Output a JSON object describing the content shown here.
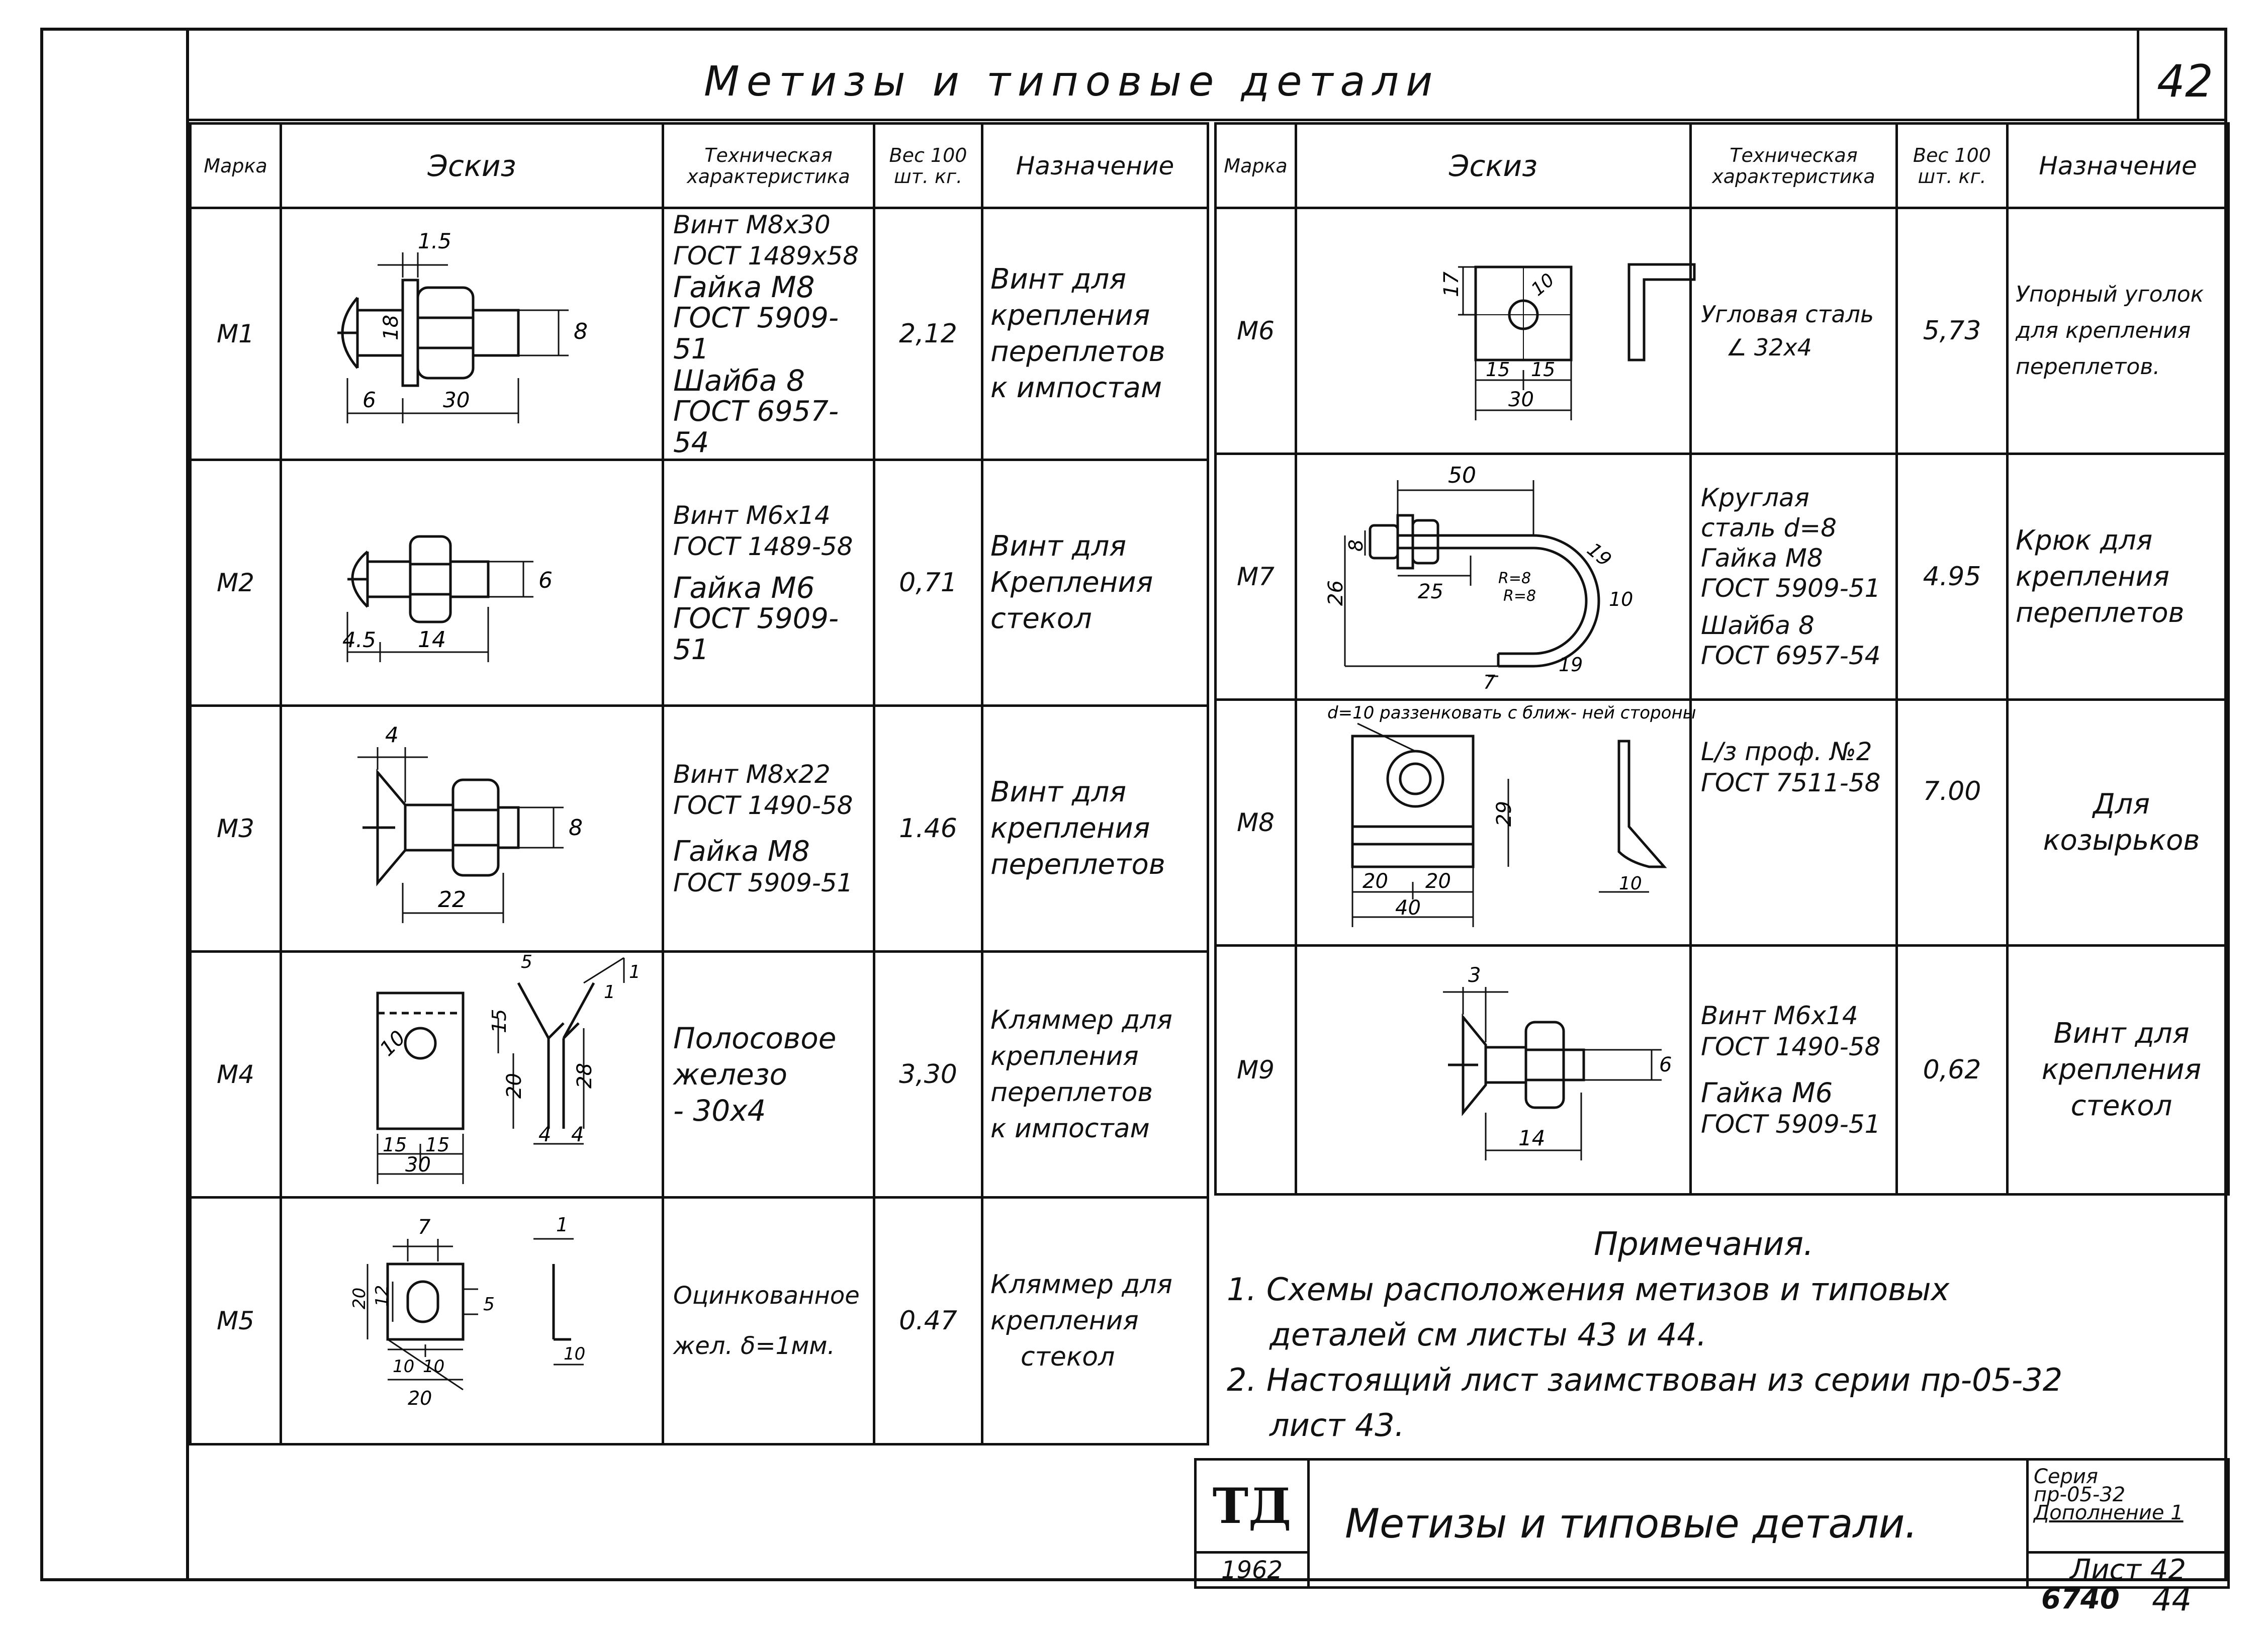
{
  "title": "Метизы и типовые детали",
  "sheet_corner": "42",
  "headers": {
    "mark": "Марка",
    "sketch": "Эскиз",
    "tech": "Техническая характеристика",
    "weight": "Вес 100 шт. кг.",
    "purpose": "Назначение"
  },
  "left_rows": [
    {
      "mark": "М1",
      "tech": [
        "Винт М8х30",
        "ГОСТ 1489х58",
        "Гайка М8",
        "ГОСТ 5909-51",
        "Шайба 8",
        "ГОСТ 6957-54"
      ],
      "weight": "2,12",
      "purpose": [
        "Винт для",
        "крепления",
        "переплетов",
        "к импостам"
      ],
      "dims": {
        "a": "1.5",
        "b": "18",
        "c": "8",
        "d": "6",
        "e": "30"
      }
    },
    {
      "mark": "М2",
      "tech": [
        "Винт М6х14",
        "ГОСТ 1489-58",
        "Гайка М6",
        "ГОСТ 5909-51"
      ],
      "weight": "0,71",
      "purpose": [
        "Винт для",
        "Крепления",
        "стекол"
      ],
      "dims": {
        "a": "6",
        "b": "4.5",
        "c": "14"
      }
    },
    {
      "mark": "М3",
      "tech": [
        "Винт М8х22",
        "ГОСТ 1490-58",
        "Гайка М8",
        "ГОСТ 5909-51"
      ],
      "weight": "1.46",
      "purpose": [
        "Винт для",
        "крепления",
        "переплетов"
      ],
      "dims": {
        "a": "4",
        "b": "8",
        "c": "22"
      }
    },
    {
      "mark": "М4",
      "tech": [
        "Полосовое",
        "железо",
        "- 30х4"
      ],
      "weight": "3,30",
      "purpose": [
        "Кляммер для",
        "крепления",
        "переплетов",
        "к импостам"
      ],
      "dims": {
        "a": "10",
        "b": "15",
        "c": "20",
        "d": "28",
        "e": "15",
        "f": "15",
        "g": "30",
        "h": "4",
        "i": "4",
        "j": "5",
        "k": "1",
        "l": "1"
      }
    },
    {
      "mark": "М5",
      "tech": [
        "Оцинкованное",
        "жел. δ=1мм."
      ],
      "weight": "0.47",
      "purpose": [
        "Кляммер для",
        "крепления",
        "стекол"
      ],
      "dims": {
        "a": "7",
        "b": "1",
        "c": "20",
        "d": "12",
        "e": "5",
        "f": "10",
        "g": "10",
        "h": "20",
        "i": "10"
      }
    }
  ],
  "right_rows": [
    {
      "mark": "М6",
      "tech": [
        "Угловая сталь",
        "∠ 32х4"
      ],
      "weight": "5,73",
      "purpose": [
        "Упорный уголок",
        "для крепления",
        "переплетов."
      ],
      "dims": {
        "a": "17",
        "b": "10",
        "c": "15",
        "d": "15",
        "e": "30"
      }
    },
    {
      "mark": "М7",
      "tech": [
        "Круглая",
        "сталь d=8",
        "Гайка М8",
        "ГОСТ 5909-51",
        "Шайба 8",
        "ГОСТ 6957-54"
      ],
      "weight": "4.95",
      "purpose": [
        "Крюк для",
        "крепления",
        "переплетов"
      ],
      "dims": {
        "a": "50",
        "b": "8",
        "c": "26",
        "d": "25",
        "e": "R=8",
        "f": "R=8",
        "g": "19",
        "h": "10",
        "i": "19",
        "j": "7"
      }
    },
    {
      "mark": "М8",
      "tech": [
        "L/з проф. №2",
        "ГОСТ 7511-58"
      ],
      "weight": "7.00",
      "purpose": [
        "Для",
        "козырьков"
      ],
      "note": "d=10 раззенковать с ближ- ней стороны",
      "dims": {
        "a": "29",
        "b": "20",
        "c": "20",
        "d": "40",
        "e": "10"
      }
    },
    {
      "mark": "М9",
      "tech": [
        "Винт М6х14",
        "ГОСТ 1490-58",
        "Гайка М6",
        "ГОСТ 5909-51"
      ],
      "weight": "0,62",
      "purpose": [
        "Винт для",
        "крепления",
        "стекол"
      ],
      "dims": {
        "a": "3",
        "b": "6",
        "c": "14"
      }
    }
  ],
  "notes": {
    "heading": "Примечания.",
    "items": [
      "1. Схемы расположения метизов и типовых",
      "деталей см листы 43 и 44.",
      "2. Настоящий лист заимствован из серии пр-05-32",
      "лист 43."
    ]
  },
  "stamp": {
    "logo": "ТД",
    "year": "1962",
    "title": "Метизы и типовые детали.",
    "series": [
      "Серия",
      "пр-05-32",
      "Дополнение 1"
    ],
    "sheet": "Лист 42"
  },
  "footer": {
    "code": "6740",
    "page": "44"
  }
}
